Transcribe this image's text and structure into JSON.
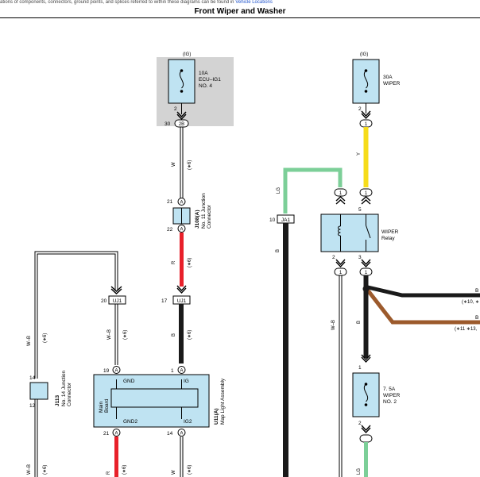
{
  "header": {
    "note_prefix": "ations of components, connectors, ground points, and splices referred to within these diagrams can be found in",
    "note_link": "Vehicle Locations",
    "title": "Front Wiper and Washer"
  },
  "fuses": {
    "ecu_ig1": {
      "supply": "(IG)",
      "l1": "10A",
      "l2": "ECU–IG1",
      "l3": "NO. 4",
      "pin": "2",
      "conn_no": "30",
      "conn_id": "2B"
    },
    "wiper30": {
      "supply": "(IG)",
      "l1": "30A",
      "l2": "WIPER",
      "pin": "2",
      "term": "1"
    },
    "wiper_no2": {
      "pin_top": "1",
      "l1": "7. 5A",
      "l2": "WIPER",
      "l3": "NO. 2",
      "pin_bottom": "2"
    }
  },
  "wires": {
    "w_left": "W",
    "w_left_note": "(∗6)",
    "r_j108": "R",
    "r_j108_note": "(∗6)",
    "b_u11": "B",
    "b_u11_note": "(∗6)",
    "wb_outer": "W–B",
    "wb_outer_note": "(∗6)",
    "wb_inner": "W–B",
    "wb_inner_note": "(∗6)",
    "wb_j113_low": "W–B",
    "wb_j113_low_note": "(∗6)",
    "r_low": "R",
    "r_low_note": "(∗6)",
    "w_low": "W",
    "w_low_note": "(∗6)",
    "lg_top": "LG",
    "b_ja1": "B",
    "y_fuse": "Y",
    "wb_relay": "W–B",
    "b_relay": "B",
    "lg_low": "LG",
    "right_top": "B",
    "right_top_note": "(∗10, ∗",
    "right_bot": "B",
    "right_bot_note": "(∗11 ∗13,"
  },
  "junction_j108": {
    "pin_top_no": "21",
    "pin_top": "A",
    "pin_bottom_no": "22",
    "pin_bottom": "A",
    "id": "J108(A)",
    "name1": "No. 11 Junction",
    "name2": "Connector"
  },
  "junction_j113": {
    "pin_top": "14",
    "pin_bottom": "12",
    "id": "J113",
    "name1": "No. 14 Junction",
    "name2": "Connector"
  },
  "connectors": {
    "uj1_left": {
      "no": "20",
      "id": "UJ1"
    },
    "uj1_right": {
      "no": "17",
      "id": "UJ1"
    },
    "ja1": {
      "no": "10",
      "id": "JA1"
    }
  },
  "u11": {
    "pin_gnd_no": "19",
    "pin_gnd": "A",
    "pin_ig_no": "1",
    "pin_ig": "A",
    "gnd": "GND",
    "ig": "IG",
    "gnd2": "GND2",
    "ig2": "IG2",
    "board1": "Main",
    "board2": "Board",
    "pin_gnd2_no": "21",
    "pin_gnd2": "A",
    "pin_ig2_no": "14",
    "pin_ig2": "A",
    "id": "U11(A)",
    "name": "Map Light Assembly"
  },
  "relay": {
    "t_top_l": "1",
    "t_top_r": "1",
    "pin_5": "5",
    "pin_2": "2",
    "pin_3": "3",
    "t_bot_l": "1",
    "t_bot_r": "1",
    "name1": "WIPER",
    "name2": "Relay"
  },
  "colors": {
    "component_fill": "#bfe3f2",
    "shade_fill": "#d3d3d3",
    "red": "#e8202a",
    "yellow": "#f6dc1a",
    "green": "#7ccf98",
    "brown": "#9c5a2c",
    "black": "#1a1a1a"
  }
}
